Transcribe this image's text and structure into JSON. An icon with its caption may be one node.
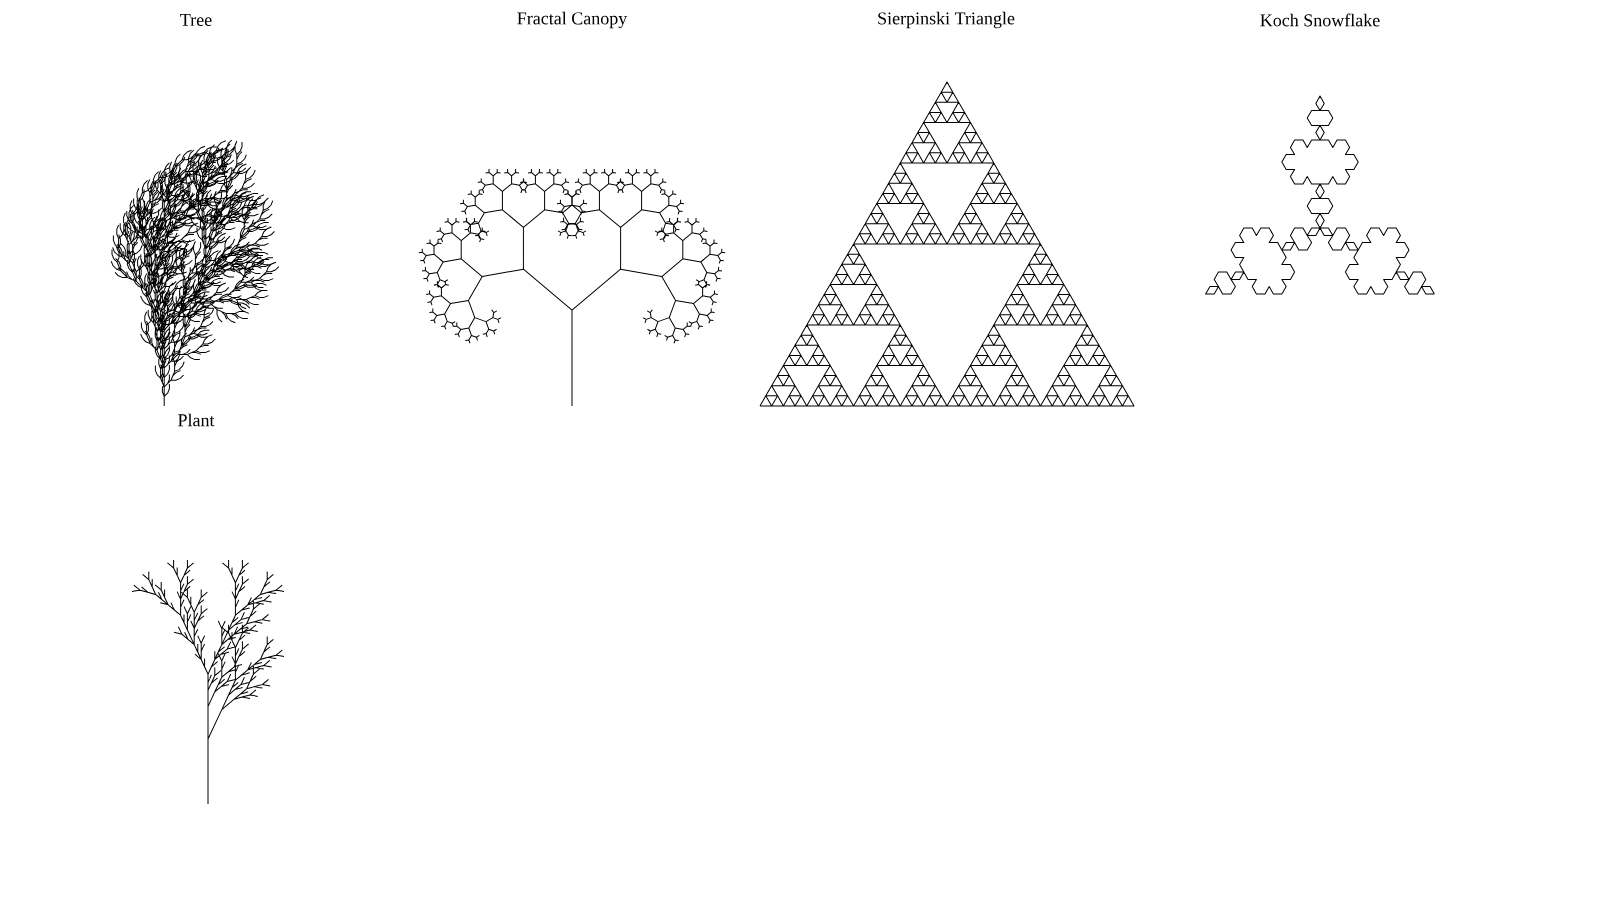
{
  "diagram": {
    "labels": [
      "Tree",
      "Fractal Canopy",
      "Sierpinski Triangle",
      "Koch Snowflake",
      "Plant"
    ]
  }
}
